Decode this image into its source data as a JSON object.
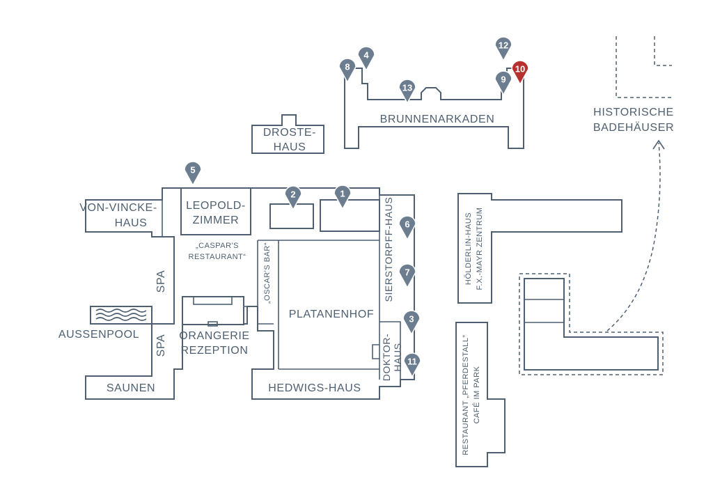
{
  "buildings": {
    "brunnenarkaden": "BRUNNENARKADEN",
    "droste_1": "DROSTE-",
    "droste_2": "HAUS",
    "historische_1": "HISTORISCHE",
    "historische_2": "BADEHÄUSER",
    "vonvincke_1": "VON-VINCKE-",
    "vonvincke_2": "HAUS",
    "leopold_1": "LEOPOLD-",
    "leopold_2": "ZIMMER",
    "caspar_1": "„CASPAR'S",
    "caspar_2": "RESTAURANT“",
    "spa_top": "SPA",
    "spa_bottom": "SPA",
    "oscars": "„OSCAR'S BAR“",
    "platanenhof": "PLATANENHOF",
    "sierstorpff": "SIERSTORPFF-HAUS",
    "hoelderlin_1": "HÖLDERLIN-HAUS",
    "hoelderlin_2": "F.X.-MAYR ZENTRUM",
    "aussenpool": "AUSSENPOOL",
    "orangerie_1": "ORANGERIE",
    "orangerie_2": "REZEPTION",
    "saunen": "SAUNEN",
    "hedwigs": "HEDWIGS-HAUS",
    "doktor_1": "DOKTOR-",
    "doktor_2": "HAUS",
    "pferdestall_1": "RESTAURANT „PFERDESTALL“",
    "pferdestall_2": "CAFÉ IM PARK"
  },
  "markers": [
    {
      "label": "1",
      "active": false
    },
    {
      "label": "2",
      "active": false
    },
    {
      "label": "3",
      "active": false
    },
    {
      "label": "4",
      "active": false
    },
    {
      "label": "5",
      "active": false
    },
    {
      "label": "6",
      "active": false
    },
    {
      "label": "7",
      "active": false
    },
    {
      "label": "8",
      "active": false
    },
    {
      "label": "9",
      "active": false
    },
    {
      "label": "10",
      "active": true
    },
    {
      "label": "11",
      "active": false
    },
    {
      "label": "12",
      "active": false
    },
    {
      "label": "13",
      "active": false
    }
  ],
  "colors": {
    "outline": "#4d5f70",
    "marker": "#6b7d8f",
    "marker_active": "#b5302e",
    "background": "#ffffff"
  },
  "icons": {
    "pin": "map-pin-icon",
    "arrow": "dashed-arrow-icon"
  }
}
